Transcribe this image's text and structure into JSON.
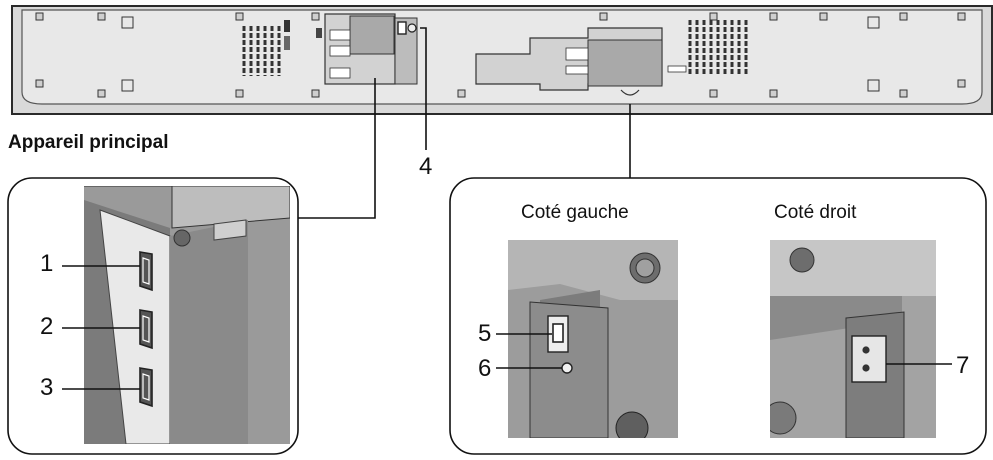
{
  "title": "Appareil principal",
  "detail_left_caption": "Coté gauche",
  "detail_right_caption": "Coté droit",
  "callouts": [
    "1",
    "2",
    "3",
    "4",
    "5",
    "6",
    "7"
  ],
  "colors": {
    "panel_light": "#e6e6e6",
    "panel_mid": "#c8c8c8",
    "panel_dark": "#8c8c8c",
    "outline": "#2a2a2a"
  }
}
